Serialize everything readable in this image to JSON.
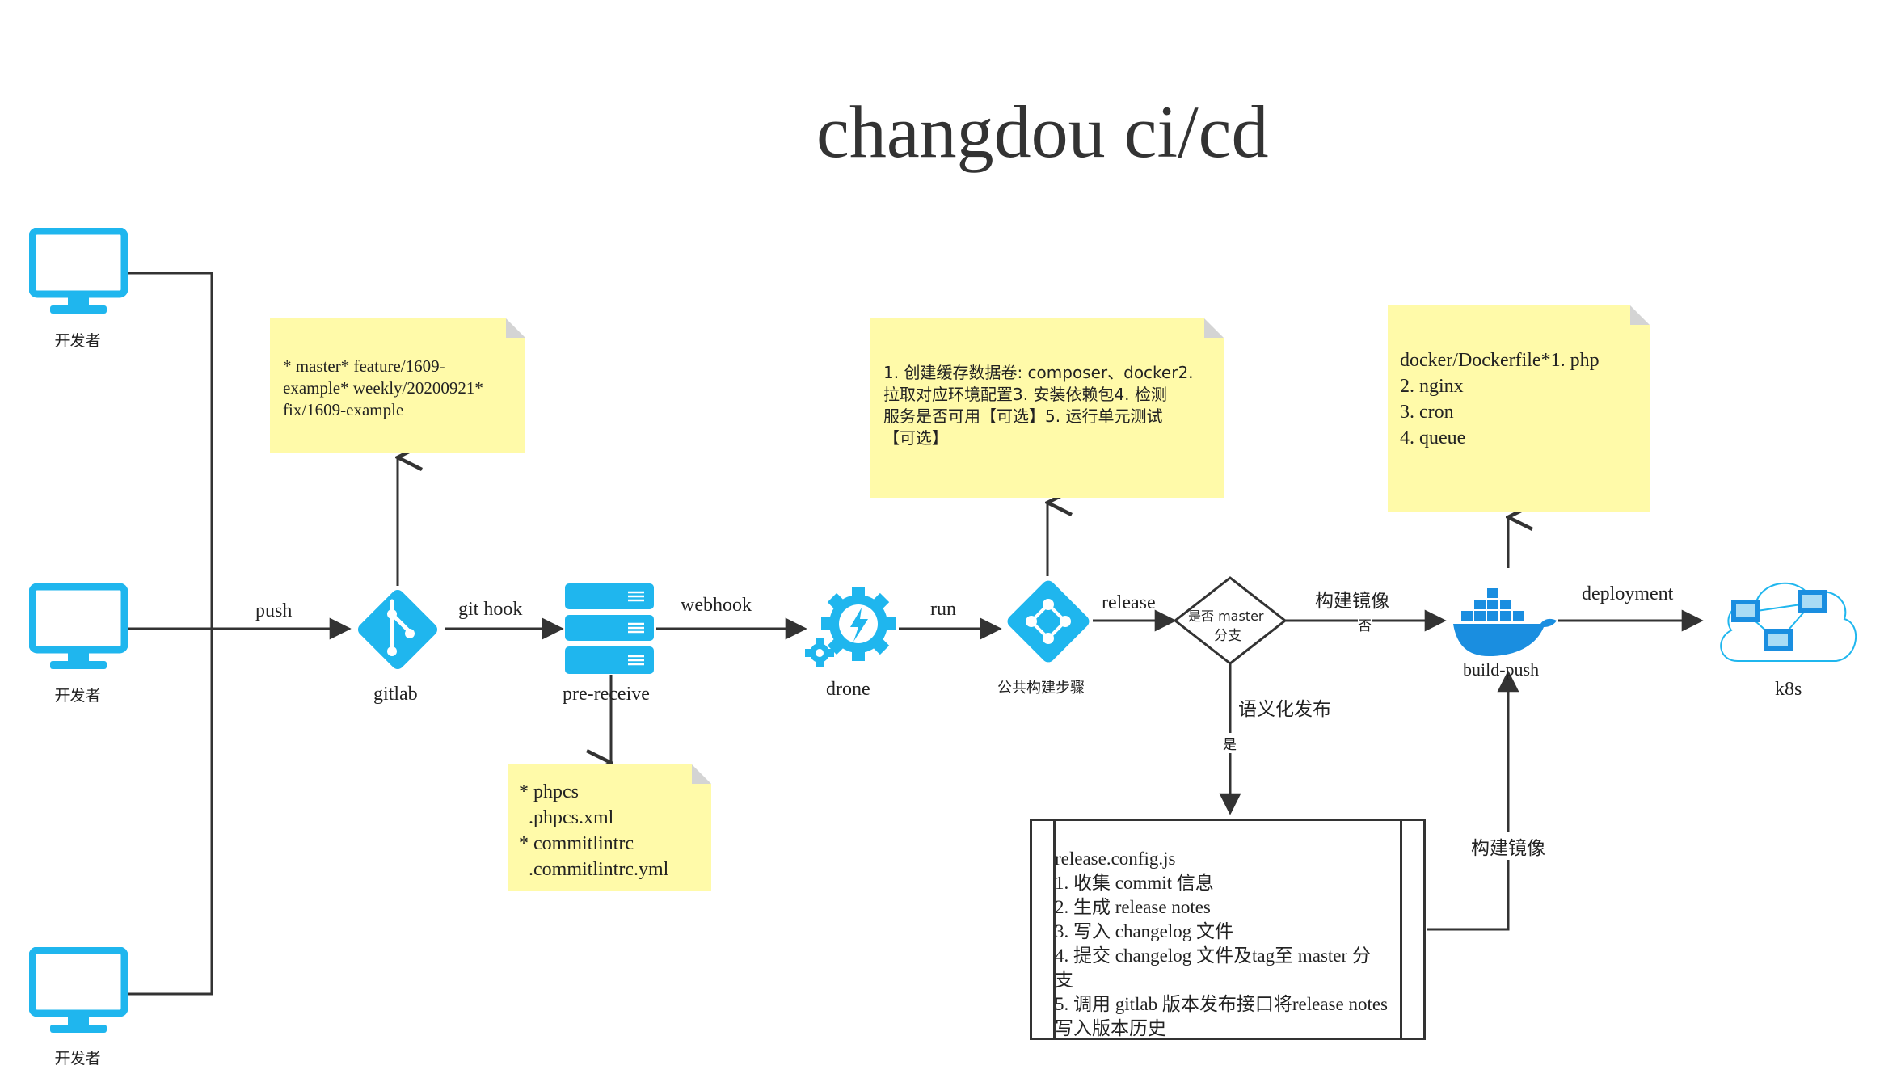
{
  "title": "changdou ci/cd",
  "developers": [
    {
      "label": "开发者"
    },
    {
      "label": "开发者"
    },
    {
      "label": "开发者"
    }
  ],
  "nodes": {
    "gitlab": "gitlab",
    "pre_receive": "pre-receive",
    "drone": "drone",
    "common_steps": "公共构建步骤",
    "decision": {
      "line1": "是否 master",
      "line2": "分支"
    },
    "build_push": "build-push",
    "k8s": "k8s"
  },
  "edges": {
    "push": "push",
    "git_hook": "git hook",
    "webhook": "webhook",
    "run": "run",
    "release": "release",
    "build_image_top": "构建镜像",
    "no": "否",
    "deployment": "deployment",
    "semantic_release": "语义化发布",
    "yes": "是",
    "build_image_bottom": "构建镜像"
  },
  "notes": {
    "branches": [
      "* master* feature/1609-",
      "example* weekly/20200921*",
      "fix/1609-example"
    ],
    "phpcs": [
      "* phpcs",
      "  .phpcs.xml",
      "* commitlintrc",
      "  .commitlintrc.yml"
    ],
    "drone_steps": [
      "1. 创建缓存数据卷: composer、docker2.",
      "拉取对应环境配置3. 安装依赖包4. 检测",
      "服务是否可用【可选】5. 运行单元测试",
      "【可选】"
    ],
    "dockerfile": [
      "docker/Dockerfile*1. php",
      "2. nginx",
      "3. cron",
      "4. queue"
    ]
  },
  "release_box": [
    "release.config.js",
    "1. 收集 commit 信息",
    "2. 生成 release notes",
    "3. 写入 changelog 文件",
    "4. 提交 changelog 文件及tag至 master 分",
    "支",
    "5. 调用 gitlab 版本发布接口将release notes",
    "写入版本历史"
  ],
  "colors": {
    "icon_blue": "#1fb6ee",
    "docker_blue": "#1a8ee0",
    "note_yellow": "#fffaa9",
    "line": "#333333"
  }
}
